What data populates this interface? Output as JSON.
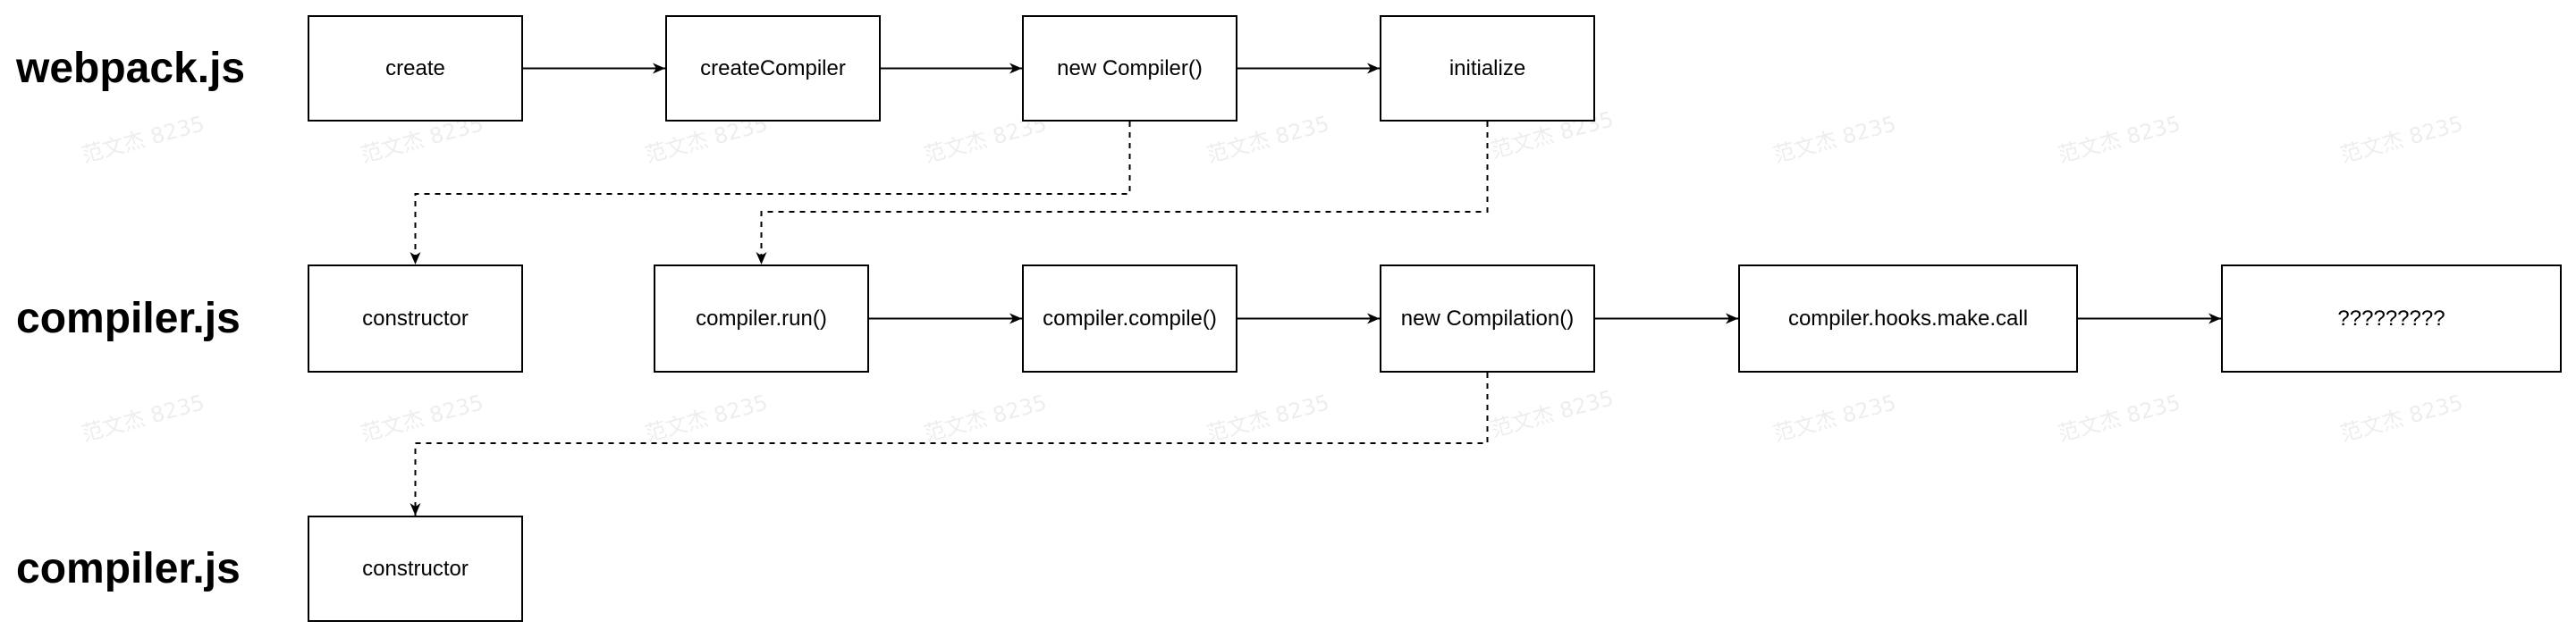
{
  "rows": [
    {
      "label": "webpack.js",
      "nodes": [
        "create",
        "createCompiler",
        "new Compiler()",
        "initialize"
      ]
    },
    {
      "label": "compiler.js",
      "nodes": [
        "constructor",
        "compiler.run()",
        "compiler.compile()",
        "new Compilation()",
        "compiler.hooks.make.call",
        "?????????"
      ]
    },
    {
      "label": "compiler.js",
      "nodes": [
        "constructor"
      ]
    }
  ],
  "watermark": "范文杰 8235",
  "colors": {
    "stroke": "#000000",
    "background": "#ffffff"
  }
}
